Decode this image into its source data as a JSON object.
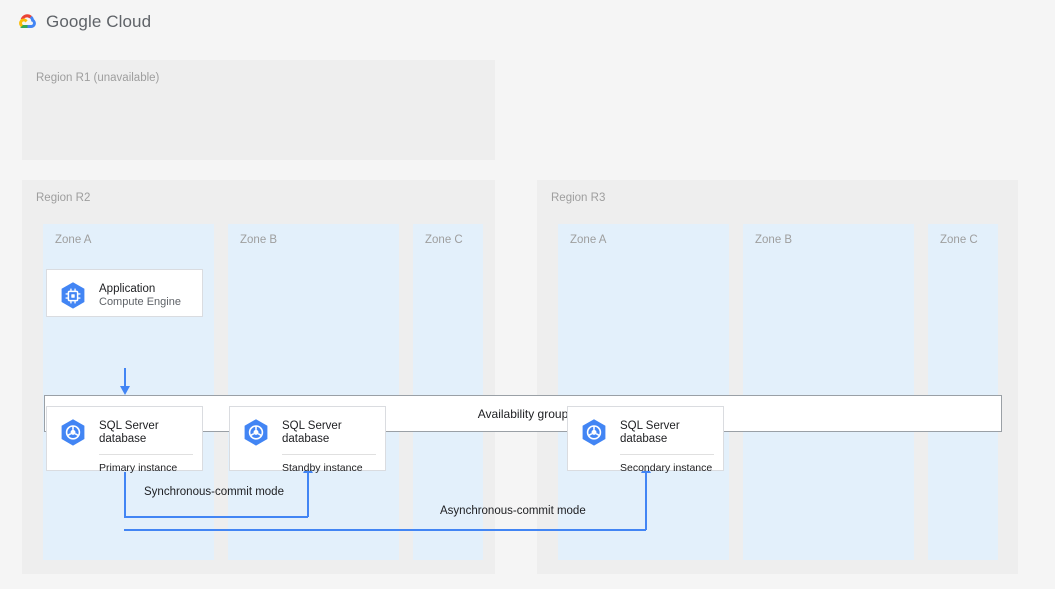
{
  "header": {
    "logo_icon": "google-cloud-logo-icon",
    "brand": "Google Cloud"
  },
  "diagram": {
    "regions": [
      {
        "id": "r1",
        "label": "Region R1 (unavailable)",
        "zones": []
      },
      {
        "id": "r2",
        "label": "Region R2",
        "zones": [
          {
            "label": "Zone A"
          },
          {
            "label": "Zone B"
          },
          {
            "label": "Zone C"
          }
        ]
      },
      {
        "id": "r3",
        "label": "Region R3",
        "zones": [
          {
            "label": "Zone A"
          },
          {
            "label": "Zone B"
          },
          {
            "label": "Zone C"
          }
        ]
      }
    ],
    "cards": [
      {
        "id": "application",
        "icon": "compute-engine-icon",
        "title": "Application",
        "subtitle": "Compute Engine",
        "footer": null
      },
      {
        "id": "primary-db",
        "icon": "sql-server-database-icon",
        "title": "SQL Server\ndatabase",
        "subtitle": null,
        "footer": "Primary instance"
      },
      {
        "id": "standby-db",
        "icon": "sql-server-database-icon",
        "title": "SQL Server\ndatabase",
        "subtitle": null,
        "footer": "Standby instance"
      },
      {
        "id": "secondary-db",
        "icon": "sql-server-database-icon",
        "title": "SQL Server\ndatabase",
        "subtitle": null,
        "footer": "Secondary instance"
      }
    ],
    "availability_group": {
      "label": "Availability group"
    },
    "connector_labels": {
      "synchronous": "Synchronous-commit mode",
      "asynchronous": "Asynchronous-commit mode"
    }
  },
  "colors": {
    "page_background": "#f5f5f5",
    "region_fill": "#eeeeee",
    "zone_fill": "#e3f0fb",
    "card_fill": "#ffffff",
    "card_border": "#dadce0",
    "connector": "#4285f4",
    "icon_blue": "#4285f4",
    "muted_text": "#9e9e9e",
    "primary_text": "#202124"
  }
}
